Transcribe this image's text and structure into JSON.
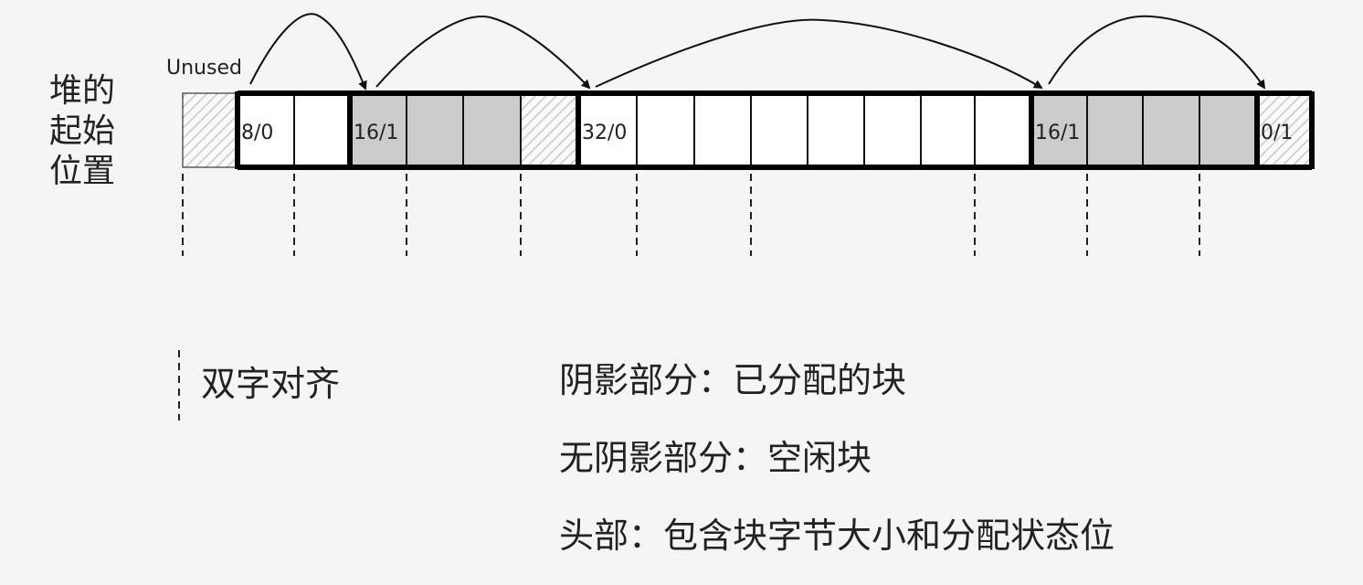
{
  "heap_label": [
    "堆的",
    "起始",
    "位置"
  ],
  "unused_label": "Unused",
  "cells": [
    {
      "type": "hatch",
      "text": ""
    },
    {
      "type": "free",
      "text": "8/0",
      "block_start": true
    },
    {
      "type": "free",
      "text": ""
    },
    {
      "type": "alloc",
      "text": "16/1",
      "block_start": true
    },
    {
      "type": "alloc",
      "text": ""
    },
    {
      "type": "alloc",
      "text": ""
    },
    {
      "type": "hatch",
      "text": ""
    },
    {
      "type": "free",
      "text": "32/0",
      "block_start": true
    },
    {
      "type": "free",
      "text": ""
    },
    {
      "type": "free",
      "text": ""
    },
    {
      "type": "free",
      "text": ""
    },
    {
      "type": "free",
      "text": ""
    },
    {
      "type": "free",
      "text": ""
    },
    {
      "type": "free",
      "text": ""
    },
    {
      "type": "free",
      "text": ""
    },
    {
      "type": "alloc",
      "text": "16/1",
      "block_start": true
    },
    {
      "type": "alloc",
      "text": ""
    },
    {
      "type": "alloc",
      "text": ""
    },
    {
      "type": "alloc",
      "text": ""
    },
    {
      "type": "hatch",
      "text": "0/1",
      "block_start": true
    }
  ],
  "legend": {
    "alignment": "双字对齐",
    "shaded": "阴影部分：已分配的块",
    "unshaded": "无阴影部分：空闲块",
    "header": "头部：包含块字节大小和分配状态位"
  },
  "colors": {
    "alloc": "#cccccc",
    "free": "#ffffff",
    "background": "#f5f5f5"
  }
}
